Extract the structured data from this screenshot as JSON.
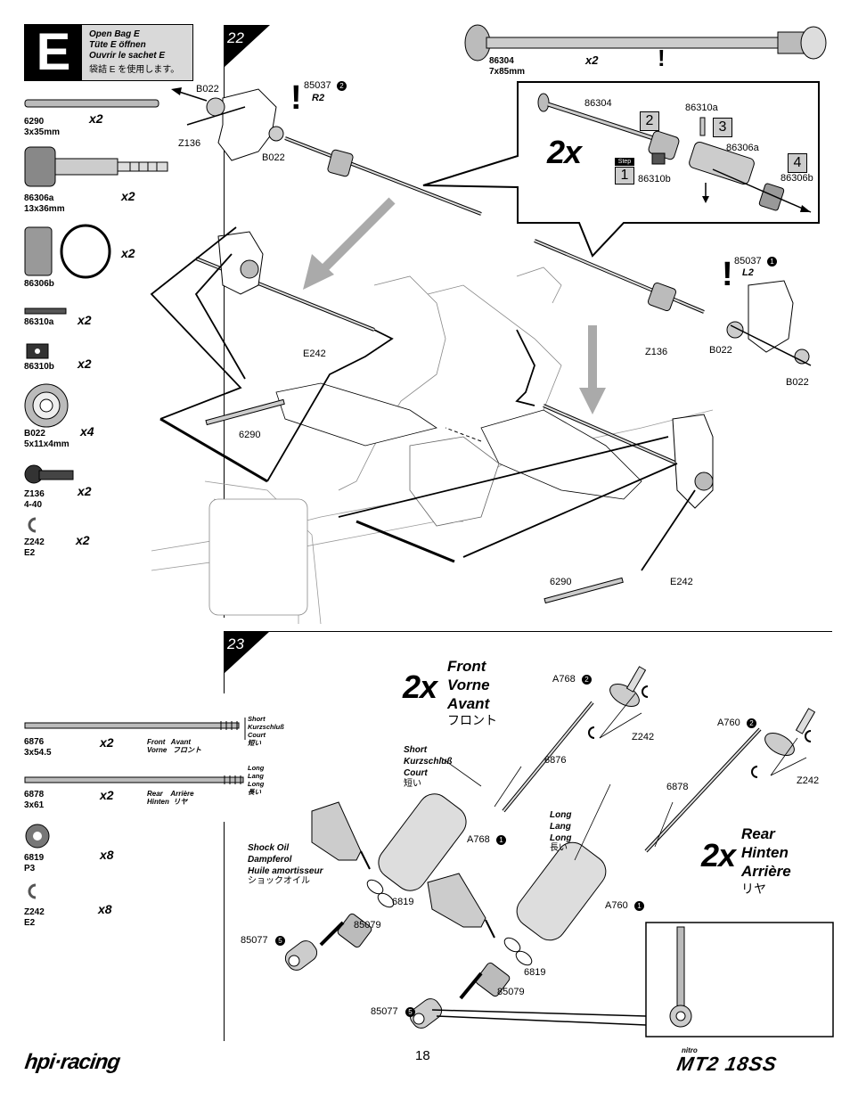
{
  "bag": {
    "letter": "E",
    "lines": [
      "Open Bag E",
      "Tüte E öffnen",
      "Ouvrir le sachet E",
      "袋詰 E を使用します。"
    ]
  },
  "steps": {
    "s22": "22",
    "s23": "23"
  },
  "parts_list_22": [
    {
      "code": "6290",
      "size": "3x35mm",
      "qty": "x2"
    },
    {
      "code": "86306a",
      "size": "13x36mm",
      "qty": "x2"
    },
    {
      "code": "86306b",
      "size": "",
      "qty": "x2"
    },
    {
      "code": "86310a",
      "size": "",
      "qty": "x2"
    },
    {
      "code": "86310b",
      "size": "",
      "qty": "x2"
    },
    {
      "code": "B022",
      "size": "5x11x4mm",
      "qty": "x4"
    },
    {
      "code": "Z136",
      "size": "4-40",
      "qty": "x2"
    },
    {
      "code": "Z242",
      "size": "E2",
      "qty": "x2"
    }
  ],
  "parts_list_23": [
    {
      "code": "6876",
      "size": "3x54.5",
      "qty": "x2"
    },
    {
      "code": "6878",
      "size": "3x61",
      "qty": "x2"
    },
    {
      "code": "6819",
      "size": "P3",
      "qty": "x8"
    },
    {
      "code": "Z242",
      "size": "E2",
      "qty": "x8"
    }
  ],
  "shaft_notes": {
    "short": "Short\nKurzschluß\nCourt\n短い",
    "long": "Long\nLang\nLong\n長い",
    "front": "Front   Avant\nVorne   フロント",
    "rear": "Rear    Arrière\nHinten  リヤ"
  },
  "top_axle": {
    "code": "86304",
    "size": "7x85mm",
    "qty": "x2"
  },
  "callout": {
    "mult": "2x",
    "step_word": "Step",
    "nums": [
      "1",
      "2",
      "3",
      "4"
    ],
    "labels": [
      "86304",
      "86310a",
      "86306a",
      "86310b",
      "86306b"
    ]
  },
  "step22_labels": {
    "b022_a": "B022",
    "b022_b": "B022",
    "z136_a": "Z136",
    "ref_r": "85037",
    "ref_r_num": "2",
    "ref_r_side": "R2",
    "ref_l": "85037",
    "ref_l_num": "1",
    "ref_l_side": "L2",
    "z136_b": "Z136",
    "b022_c": "B022",
    "b022_d": "B022",
    "e242_a": "E242",
    "pin_a": "6290",
    "pin_b": "6290",
    "e242_b": "E242"
  },
  "step23": {
    "front_mult": "2x",
    "front_title": "Front\nVorne\nAvant",
    "front_ja": "フロント",
    "rear_mult": "2x",
    "rear_title": "Rear\nHinten\nArrière",
    "rear_ja": "リヤ",
    "short_note": "Short\nKurzschluß\nCourt",
    "short_ja": "短い",
    "long_note": "Long\nLang\nLong",
    "long_ja": "長い",
    "oil_note": "Shock Oil\nDampferol\nHuile amortisseur",
    "oil_ja": "ショックオイル",
    "a768_top": "A768",
    "a768_top_num": "2",
    "z242_a": "Z242",
    "s6876": "6876",
    "a768_body": "A768",
    "a768_body_num": "1",
    "o6819_a": "6819",
    "n85079_a": "85079",
    "e85077_a": "85077",
    "e85077_a_num": "5",
    "a760_top": "A760",
    "a760_top_num": "2",
    "z242_b": "Z242",
    "s6878": "6878",
    "a760_body": "A760",
    "a760_body_num": "1",
    "o6819_b": "6819",
    "n85079_b": "85079",
    "e85077_b": "85077",
    "e85077_b_num": "5"
  },
  "footer": {
    "brand": "hpi·racing",
    "page": "18",
    "model_small": "nitro",
    "model": "MT2 18SS"
  }
}
